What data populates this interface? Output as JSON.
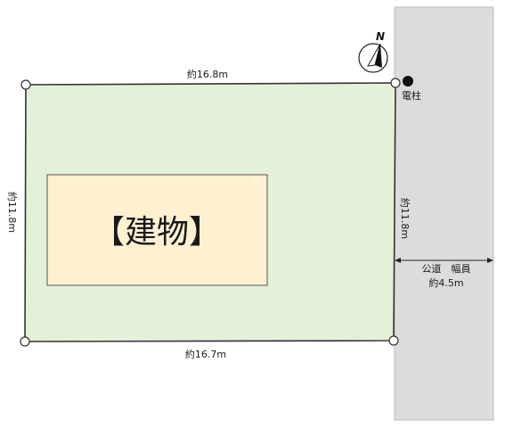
{
  "compass": {
    "label": "N"
  },
  "pole": {
    "label": "電柱"
  },
  "lot": {
    "top_dim": "約16.8m",
    "bottom_dim": "約16.7m",
    "left_dim": "約11.8m",
    "right_dim": "約11.8m"
  },
  "building": {
    "label": "【建物】"
  },
  "road": {
    "label_line1": "公道　幅員",
    "label_line2": "約4.5m"
  },
  "colors": {
    "lot_fill": "#e4f1d8",
    "building_fill": "#fdf1d2",
    "road_fill": "#dcdcdc",
    "outline": "#333333"
  }
}
